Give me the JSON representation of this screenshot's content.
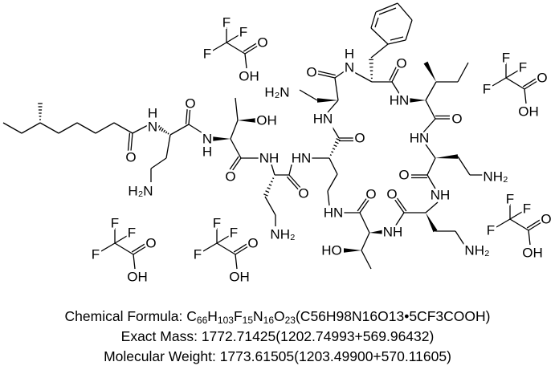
{
  "structure": {
    "atom_labels": {
      "amide_o1": "O",
      "nh1": "N",
      "nh1_h": "H",
      "h2n_left": "H₂N",
      "o2": "O",
      "nh2": "N",
      "nh2_h": "H",
      "oh_thr1": "OH",
      "o3": "O",
      "nh3": "NH",
      "nh2_dab3": "NH₂",
      "o4": "O",
      "h2n_top": "H₂N",
      "o5": "O",
      "nh_phe": "N",
      "nh_phe_h": "H",
      "hn_a": "HN",
      "o6": "O",
      "hn_b": "HN",
      "hn_c": "HN",
      "o7": "O",
      "o8": "O",
      "nh_thr2": "NH",
      "ho_thr2": "HO",
      "o9": "O",
      "nh2_dab_bottom": "NH₂",
      "nh_d": "NH",
      "o10": "O",
      "nh2_dab_right": "NH₂",
      "hn_e": "HN",
      "o11": "O",
      "hn_ile": "HN",
      "o12": "O"
    },
    "tfa_labels": {
      "f": "F",
      "o": "O",
      "oh": "OH"
    }
  },
  "info": {
    "formula_label": "Chemical Formula: ",
    "formula_parts": [
      {
        "el": "C",
        "n": "66"
      },
      {
        "el": "H",
        "n": "103"
      },
      {
        "el": "F",
        "n": "15"
      },
      {
        "el": "N",
        "n": "16"
      },
      {
        "el": "O",
        "n": "23"
      }
    ],
    "formula_detail": "(C56H98N16O13•5CF3COOH)",
    "exact_mass": "Exact Mass: 1772.71425(1202.74993+569.96432)",
    "molecular_weight": "Molecular Weight: 1773.61505(1203.49900+570.11605)"
  }
}
